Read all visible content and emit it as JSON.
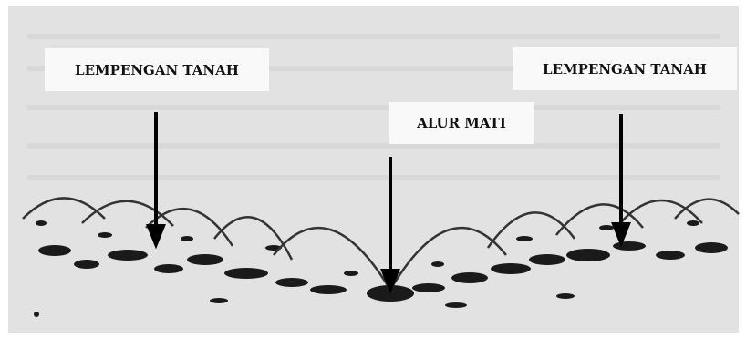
{
  "labels": {
    "left": "LEMPENGAN TANAH",
    "right": "LEMPENGAN TANAH",
    "middle": "ALUR MATI"
  },
  "colors": {
    "background": "#e2e2e2",
    "furrow_line": "#333333",
    "arrow": "#000000",
    "label_box": "#f9f9f9"
  }
}
